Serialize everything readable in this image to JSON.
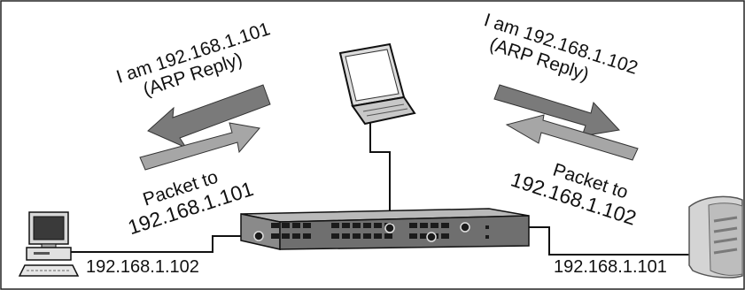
{
  "colors": {
    "border": "#222222",
    "arrow_dark": "#7a7a7a",
    "arrow_light": "#a6a6a6",
    "switch_body": "#6f6f6f",
    "switch_top": "#b9b9b9",
    "ports": "#1b1b1b"
  },
  "labels": {
    "left_reply_line1": "I am 192.168.1.101",
    "left_reply_line2": "(ARP Reply)",
    "left_packet_line1": "Packet to",
    "left_packet_line2": "192.168.1.101",
    "right_reply_line1": "I am 192.168.1.102",
    "right_reply_line2": "(ARP Reply)",
    "right_packet_line1": "Packet to",
    "right_packet_line2": "192.168.1.102",
    "left_host_ip": "192.168.1.102",
    "right_host_ip": "192.168.1.101"
  },
  "icons": {
    "left_host": "desktop-computer-icon",
    "center_host": "laptop-icon",
    "right_host": "server-tower-icon",
    "network_device": "network-switch-icon"
  }
}
